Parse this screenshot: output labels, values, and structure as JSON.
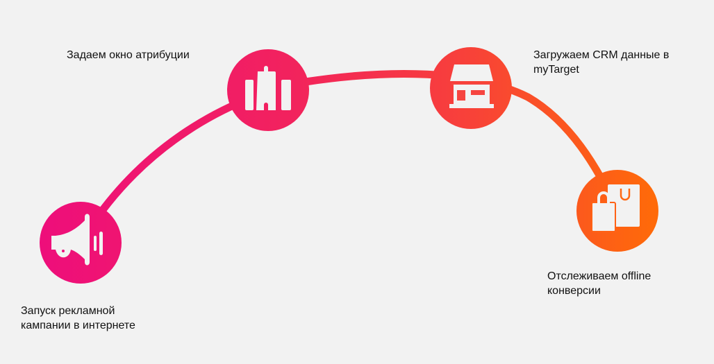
{
  "steps": [
    {
      "label": "Запуск рекламной кампании в интернете",
      "icon": "megaphone-icon"
    },
    {
      "label": "Задаем окно атрибуции",
      "icon": "luggage-icon"
    },
    {
      "label": "Загружаем CRM данные в myTarget",
      "icon": "store-icon"
    },
    {
      "label": "Отслеживаем offline конверсии",
      "icon": "shopping-bags-icon"
    }
  ],
  "colors": {
    "start": "#ee0e7b",
    "mid": "#f2255a",
    "end": "#ff6a0a"
  }
}
